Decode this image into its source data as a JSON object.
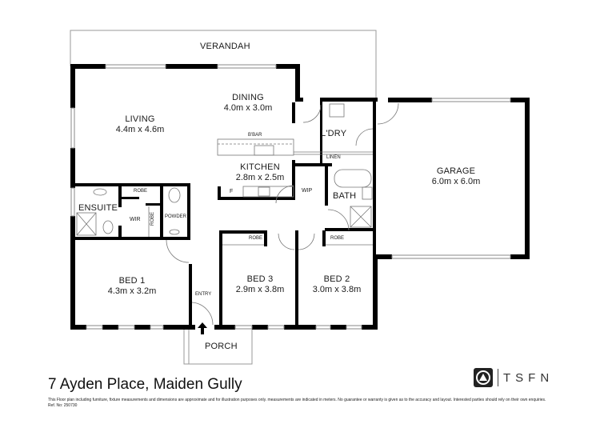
{
  "property": {
    "address": "7 Ayden Place, Maiden Gully",
    "disclaimer": "This Floor plan including furniture, fixture measurements and dimensions are approximate and for illustration purposes only. measurements are indicated in meters. No guarantee or warranty is given as to the accuracy and layout. Interested parties should rely on their own enquiries.",
    "ref": "Ref. No: 250730"
  },
  "brand": {
    "name": "TSFN",
    "logo_icon": "tsfn-logo-icon"
  },
  "rooms": {
    "verandah": {
      "name": "VERANDAH"
    },
    "living": {
      "name": "LIVING",
      "dim": "4.4m x 4.6m"
    },
    "dining": {
      "name": "DINING",
      "dim": "4.0m x 3.0m"
    },
    "kitchen": {
      "name": "KITCHEN",
      "dim": "2.8m x 2.5m"
    },
    "laundry": {
      "name": "L'DRY"
    },
    "linen": {
      "name": "LINEN"
    },
    "garage": {
      "name": "GARAGE",
      "dim": "6.0m x 6.0m"
    },
    "bath": {
      "name": "BATH"
    },
    "wip": {
      "name": "WIP"
    },
    "ensuite": {
      "name": "ENSUITE"
    },
    "wir": {
      "name": "WIR"
    },
    "powder": {
      "name": "POWDER"
    },
    "bed1": {
      "name": "BED 1",
      "dim": "4.3m x 3.2m"
    },
    "bed2": {
      "name": "BED 2",
      "dim": "3.0m x 3.8m"
    },
    "bed3": {
      "name": "BED 3",
      "dim": "2.9m x 3.8m"
    },
    "entry": {
      "name": "ENTRY"
    },
    "porch": {
      "name": "PORCH"
    }
  },
  "fixtures": {
    "breakfast_bar": "B'BAR",
    "fridge": "F",
    "robe": "ROBE"
  }
}
